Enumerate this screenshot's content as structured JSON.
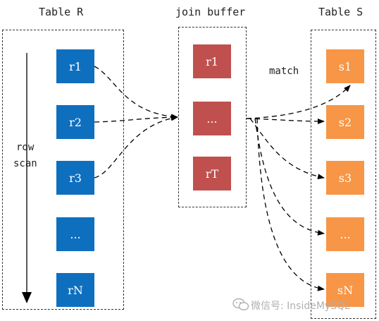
{
  "titles": {
    "table_r": "Table R",
    "join_buffer": "join buffer",
    "table_s": "Table S"
  },
  "table_r": {
    "rows": [
      "r1",
      "r2",
      "r3",
      "...",
      "rN"
    ]
  },
  "join_buffer": {
    "rows": [
      "r1",
      "...",
      "rT"
    ]
  },
  "table_s": {
    "rows": [
      "s1",
      "s2",
      "s3",
      "...",
      "sN"
    ]
  },
  "labels": {
    "match": "match",
    "row_scan_line1": "row",
    "row_scan_line2": "scan"
  },
  "watermark": {
    "text": "微信号: InsideMySQL",
    "icon": "wechat-icon"
  },
  "colors": {
    "table_r": "#0f6fbf",
    "join_buffer": "#c0504d",
    "table_s": "#f79646"
  }
}
